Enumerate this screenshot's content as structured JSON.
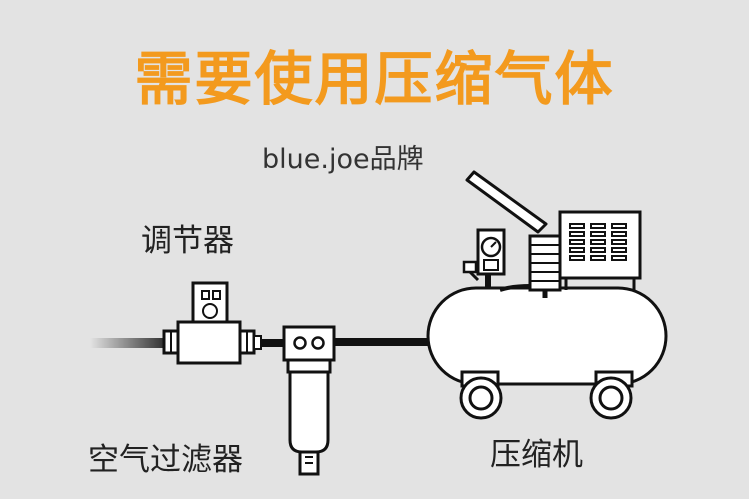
{
  "title": "需要使用压缩气体",
  "brand": "blue.joe品牌",
  "labels": {
    "regulator": "调节器",
    "air_filter": "空气过滤器",
    "compressor": "压缩机"
  },
  "colors": {
    "title": "#f39a1e",
    "background": "#e3e3e3",
    "line": "#111111",
    "fill": "#ffffff"
  }
}
